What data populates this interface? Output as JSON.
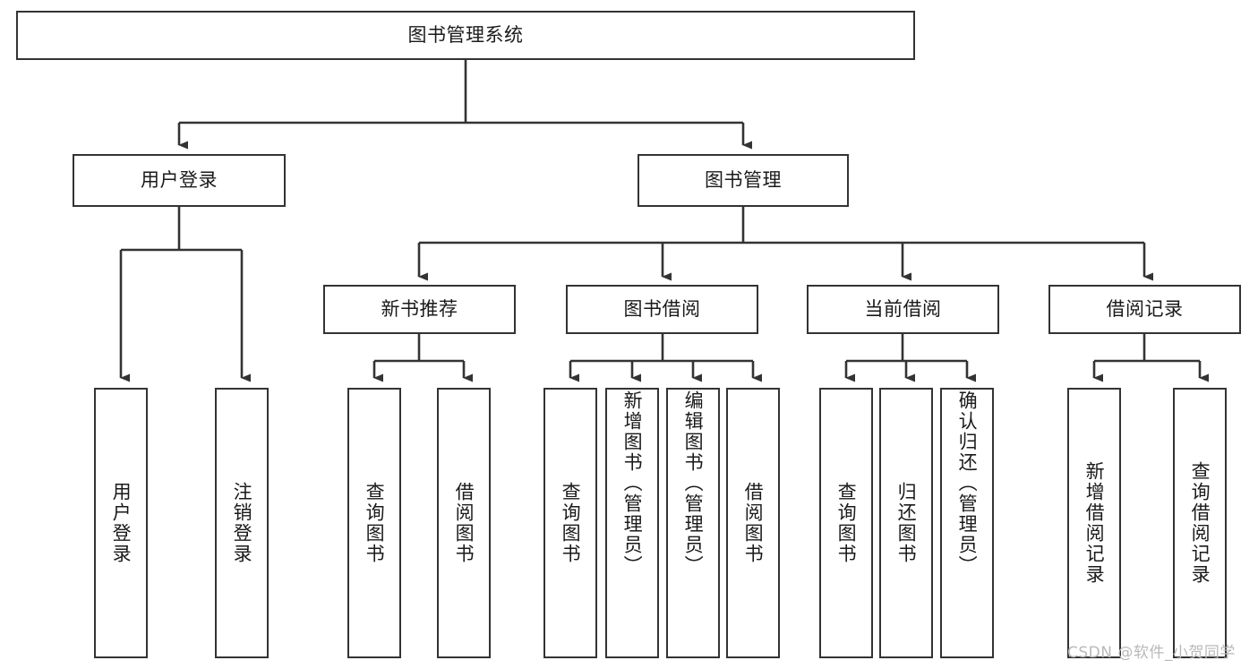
{
  "diagram": {
    "type": "tree-hierarchy",
    "title": "图书管理系统",
    "watermark": "CSDN @软件_小贺同学",
    "colors": {
      "box_border": "#333333",
      "box_fill": "#ffffff",
      "connector": "#333333",
      "text": "#1a1a1a",
      "watermark": "#b9b9b9",
      "background": "#ffffff"
    },
    "root": {
      "id": "root",
      "label": "图书管理系统",
      "orientation": "horizontal"
    },
    "level2": [
      {
        "id": "user-login",
        "label": "用户登录",
        "orientation": "horizontal"
      },
      {
        "id": "book-manage",
        "label": "图书管理",
        "orientation": "horizontal"
      }
    ],
    "level3": [
      {
        "id": "new-book-recommend",
        "label": "新书推荐",
        "orientation": "horizontal",
        "parent": "book-manage"
      },
      {
        "id": "book-borrow",
        "label": "图书借阅",
        "orientation": "horizontal",
        "parent": "book-manage"
      },
      {
        "id": "current-borrow",
        "label": "当前借阅",
        "orientation": "horizontal",
        "parent": "book-manage"
      },
      {
        "id": "borrow-record",
        "label": "借阅记录",
        "orientation": "horizontal",
        "parent": "book-manage"
      }
    ],
    "leaves": {
      "user_login": [
        {
          "id": "leaf-user-login",
          "label": "用户登录",
          "orientation": "vertical"
        },
        {
          "id": "leaf-logout-login",
          "label": "注销登录",
          "orientation": "vertical"
        }
      ],
      "new_book_recommend": [
        {
          "id": "leaf-query-book-1",
          "label": "查询图书",
          "orientation": "vertical"
        },
        {
          "id": "leaf-borrow-book-1",
          "label": "借阅图书",
          "orientation": "vertical"
        }
      ],
      "book_borrow": [
        {
          "id": "leaf-query-book-2",
          "label": "查询图书",
          "orientation": "vertical"
        },
        {
          "id": "leaf-add-book",
          "label": "新增图书（管理员）",
          "orientation": "vertical"
        },
        {
          "id": "leaf-edit-book",
          "label": "编辑图书（管理员）",
          "orientation": "vertical"
        },
        {
          "id": "leaf-borrow-book-2",
          "label": "借阅图书",
          "orientation": "vertical"
        }
      ],
      "current_borrow": [
        {
          "id": "leaf-query-book-3",
          "label": "查询图书",
          "orientation": "vertical"
        },
        {
          "id": "leaf-return-book",
          "label": "归还图书",
          "orientation": "vertical"
        },
        {
          "id": "leaf-confirm-return",
          "label": "确认归还（管理员）",
          "orientation": "vertical"
        }
      ],
      "borrow_record": [
        {
          "id": "leaf-add-record",
          "label": "新增借阅记录",
          "orientation": "vertical"
        },
        {
          "id": "leaf-query-record",
          "label": "查询借阅记录",
          "orientation": "vertical"
        }
      ]
    }
  }
}
